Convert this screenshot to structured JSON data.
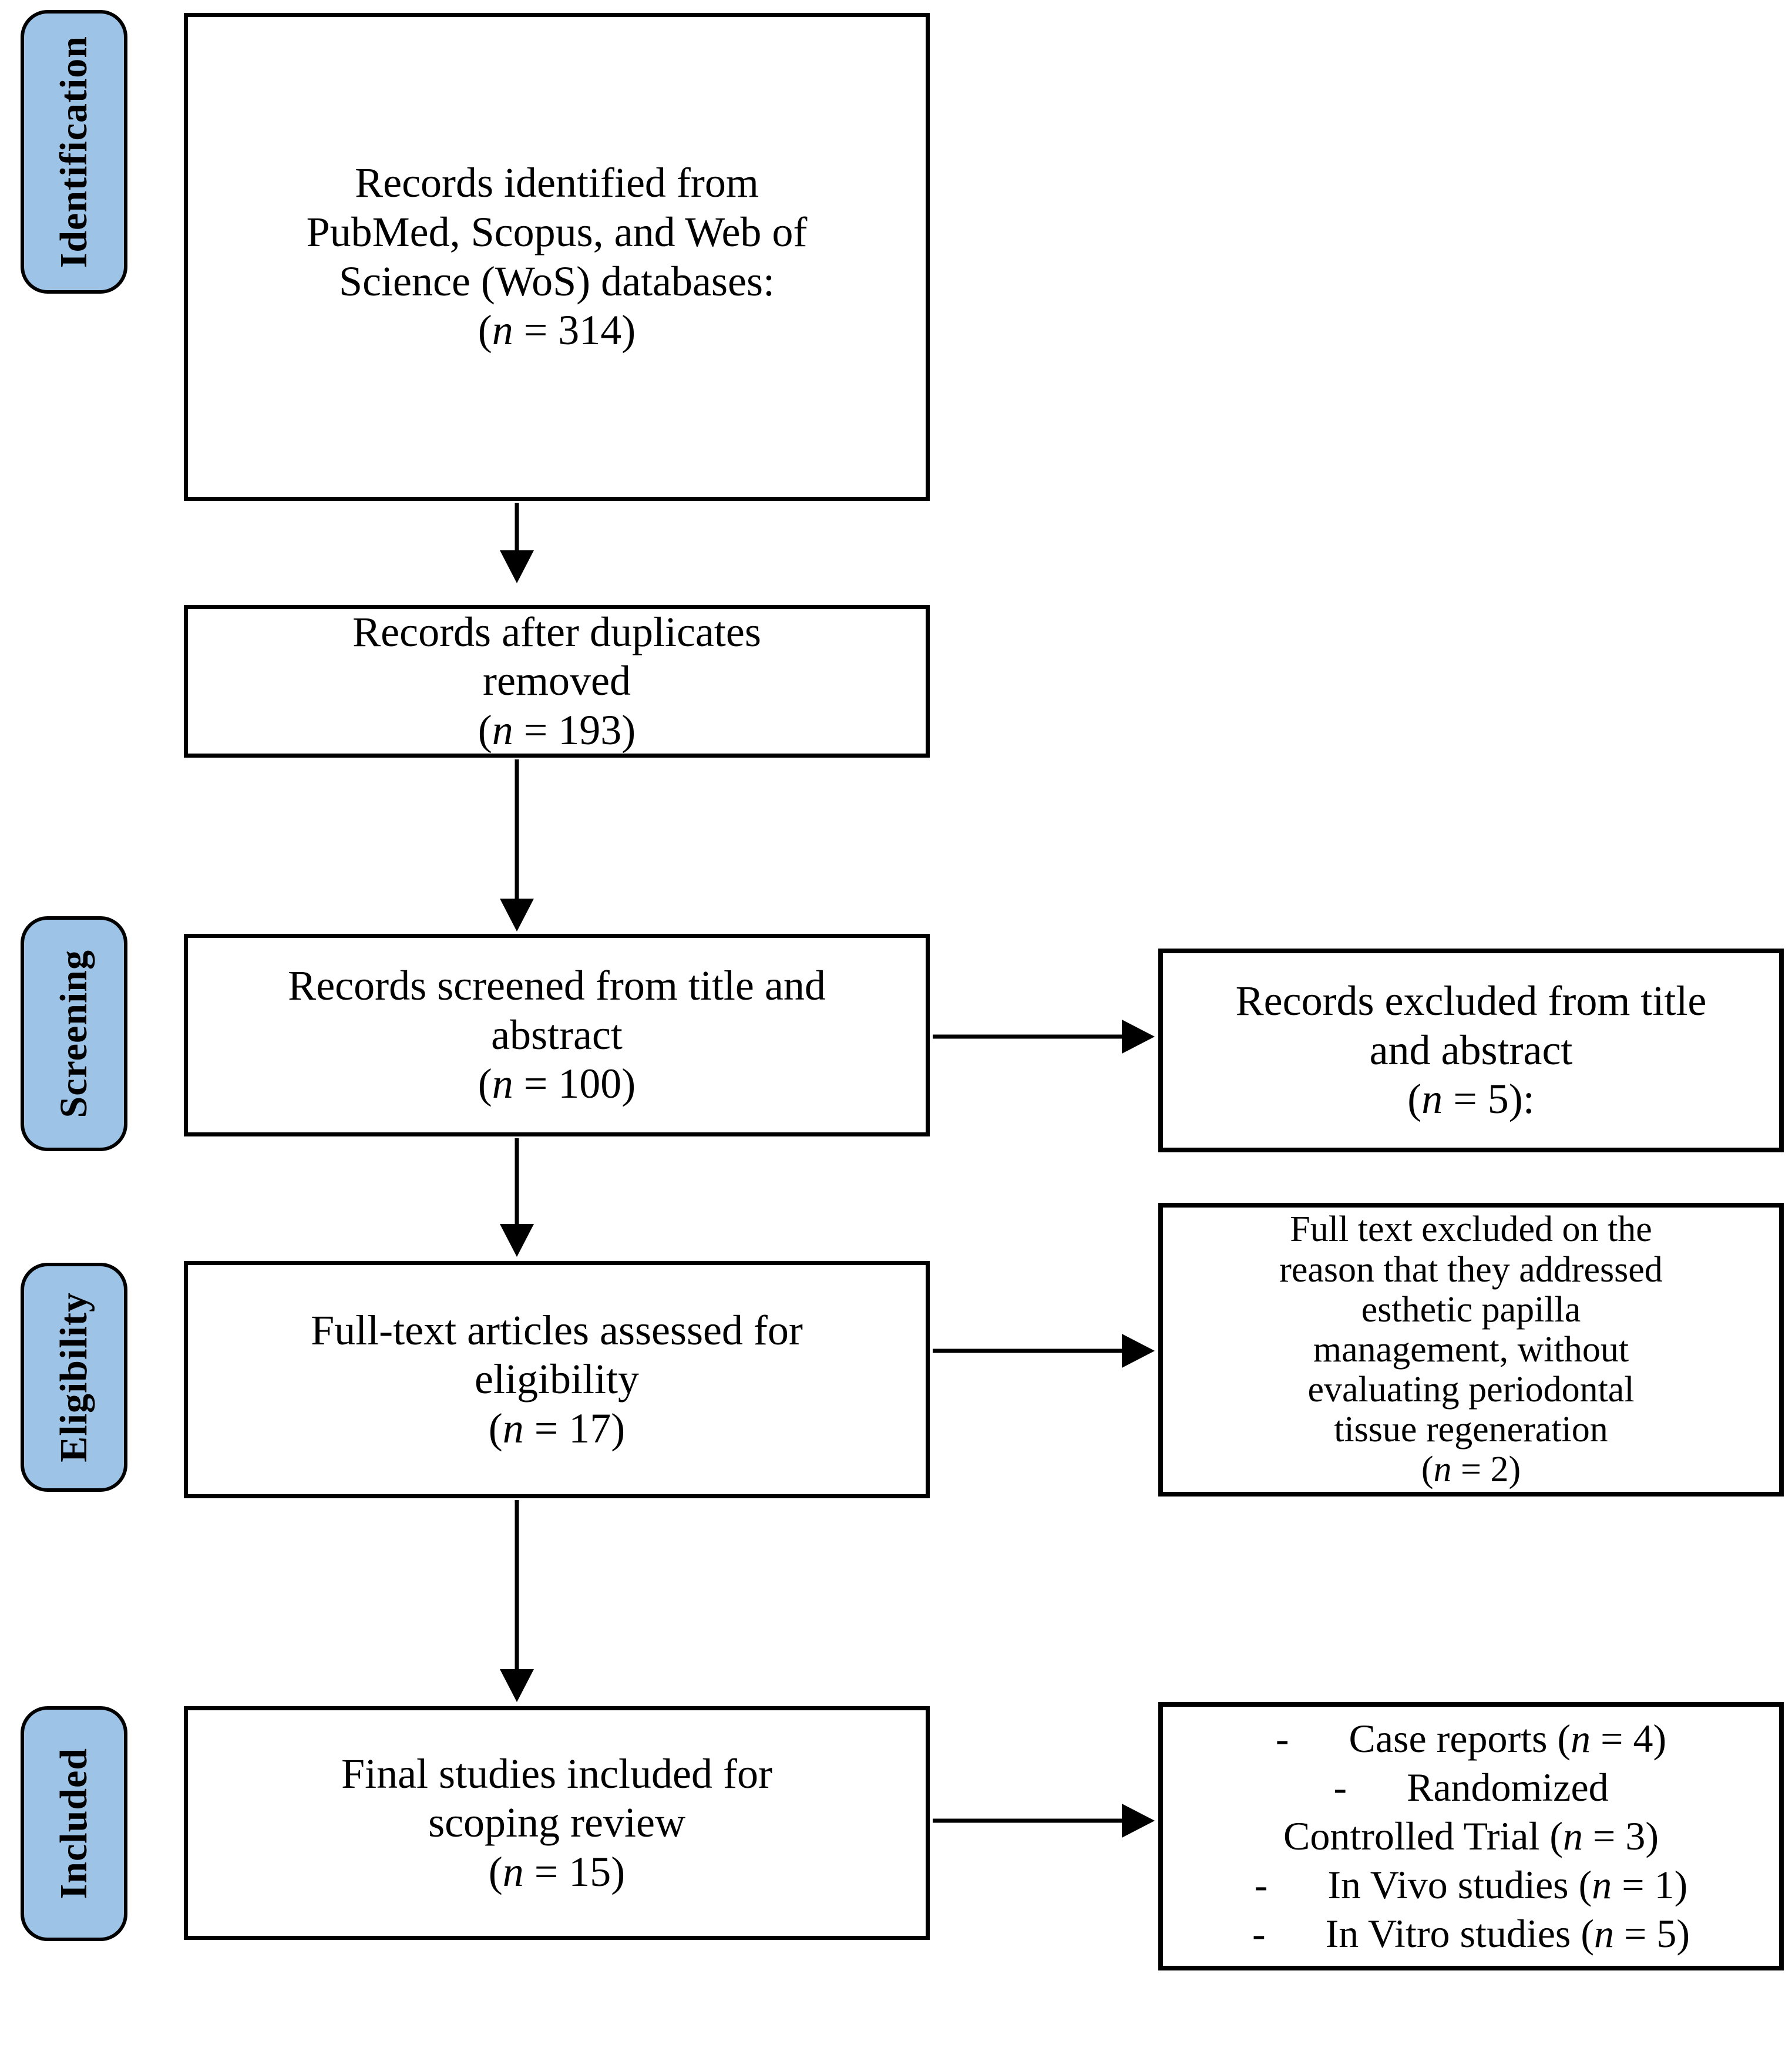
{
  "diagram": {
    "colors": {
      "stage_fill": "#9DC3E6",
      "stage_border": "#000000",
      "box_border": "#000000",
      "arrow": "#000000",
      "background": "#FFFFFF"
    },
    "stages": [
      {
        "label": "Identification"
      },
      {
        "label": "Screening"
      },
      {
        "label": "Eligibility"
      },
      {
        "label": "Included"
      }
    ],
    "main_boxes": [
      {
        "id": "records-identified",
        "lines": [
          "Records identified from",
          "PubMed, Scopus, and Web of",
          "Science (WoS) databases:",
          "(n = 314)"
        ]
      },
      {
        "id": "duplicates-removed",
        "lines": [
          "Records after duplicates",
          "removed",
          "(n = 193)"
        ]
      },
      {
        "id": "records-screened",
        "lines": [
          "Records screened from title and",
          "abstract",
          "(n = 100)"
        ]
      },
      {
        "id": "fulltext-assessed",
        "lines": [
          "Full-text articles assessed for",
          "eligibility",
          "(n = 17)"
        ]
      },
      {
        "id": "final-studies",
        "lines": [
          "Final studies included for",
          "scoping review",
          "(n = 15)"
        ]
      }
    ],
    "side_boxes": [
      {
        "id": "records-excluded",
        "lines": [
          "Records excluded from title",
          "and abstract",
          "(n = 5):"
        ]
      },
      {
        "id": "fulltext-excluded",
        "lines": [
          "Full text excluded on the",
          "reason that they addressed",
          "esthetic papilla",
          "management, without",
          "evaluating periodontal",
          "tissue regeneration",
          "(n = 2)"
        ]
      },
      {
        "id": "study-types",
        "lines": [
          "-      Case reports (n = 4)",
          "-      Randomized",
          "Controlled Trial (n = 3)",
          "-      In Vivo studies (n = 1)",
          "-      In Vitro studies (n = 5)"
        ]
      }
    ]
  }
}
